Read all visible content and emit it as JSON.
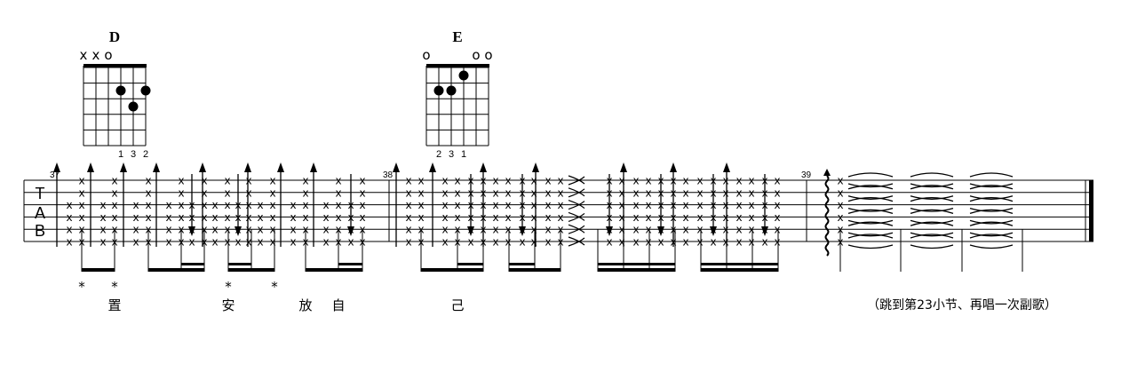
{
  "chords": [
    {
      "name": "D",
      "markers": [
        "x",
        "x",
        "o"
      ],
      "fingers": [
        "1",
        "3",
        "2"
      ]
    },
    {
      "name": "E",
      "markers": [
        "o",
        "o",
        "o"
      ],
      "fingers": [
        "2",
        "3",
        "1"
      ]
    }
  ],
  "tab_clef": [
    "T",
    "A",
    "B"
  ],
  "measures": [
    "37",
    "38",
    "39"
  ],
  "lyrics": [
    "置",
    "安",
    "放",
    "自",
    "己"
  ],
  "annotation": "（跳到第23小节、再唱一次副歌）",
  "note_glyph": "x",
  "accent_glyph": "*",
  "colors": {
    "ink": "#000000",
    "background": "#ffffff"
  }
}
